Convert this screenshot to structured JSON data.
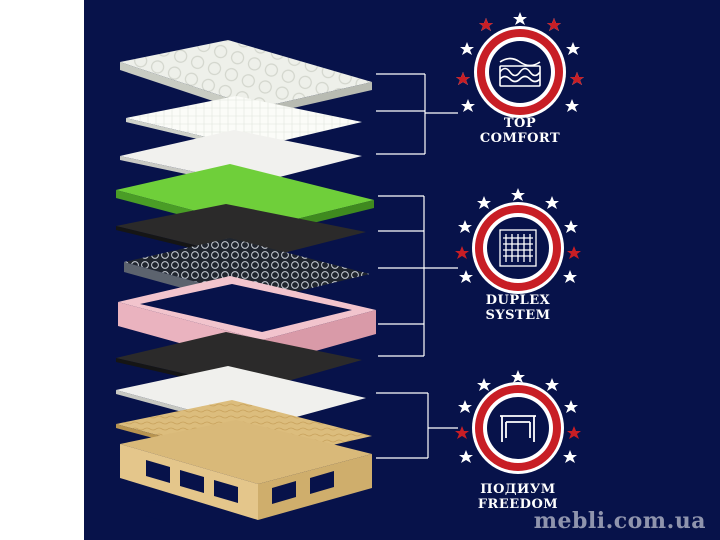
{
  "features": [
    {
      "id": "top-comfort",
      "icon": "foam-waves-icon",
      "line1": "TOP",
      "line2": "COMFORT"
    },
    {
      "id": "duplex-system",
      "icon": "spring-block-icon",
      "line1": "DUPLEX",
      "line2": "SYSTEM"
    },
    {
      "id": "podium-freedom",
      "icon": "bed-frame-icon",
      "line1": "ПОДИУМ",
      "line2": "FREEDOM"
    }
  ],
  "watermark": "mebli.com.ua",
  "colors": {
    "background": "#07124a",
    "badge_ring": "#c81e25",
    "stars": "#ffffff",
    "green_layer": "#6fcf3a",
    "pink_frame": "#f2c4cd",
    "wood": "#d9b979"
  }
}
